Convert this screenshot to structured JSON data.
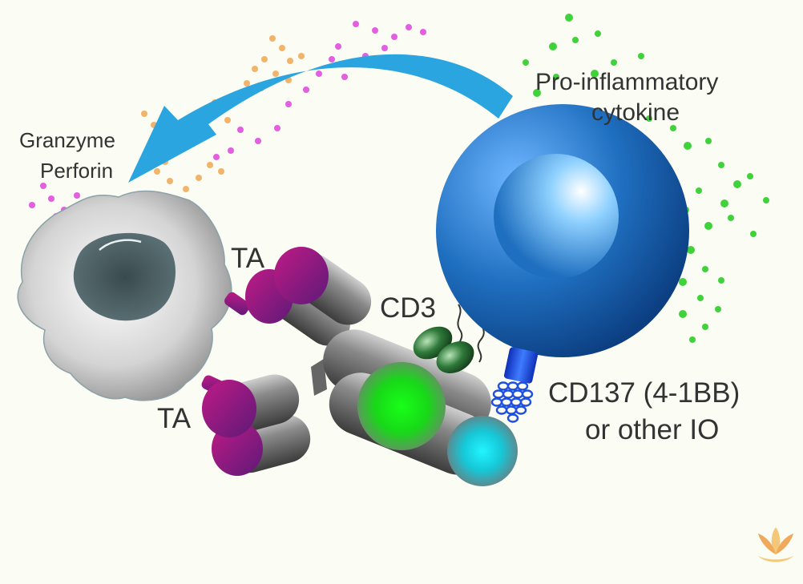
{
  "labels": {
    "granzyme": "Granzyme",
    "perforin": "Perforin",
    "pro_inflammatory": "Pro-inflammatory",
    "cytokine": "cytokine",
    "ta_top": "TA",
    "ta_bottom": "TA",
    "cd3": "CD3",
    "cd137": "CD137 (4-1BB)",
    "other_io": "or other IO"
  },
  "icons": {
    "corner_logo": "lotus-icon"
  },
  "colors": {
    "background": "#fbfcf3",
    "arrow": "#2aa5df",
    "t_cell": "#1f6fc0",
    "granzyme_dots": "#f2b36a",
    "perforin_dots": "#e35ee0",
    "cytokine_dots": "#3fd23a",
    "ta_arm": "#8c1a7c",
    "cd3_domain": "#2f7a3a",
    "cd137_receptor": "#1d4fe0",
    "green_domain": "#18e818",
    "cyan_domain": "#16d9e4",
    "tumor_cell": "#9a9a9a"
  }
}
